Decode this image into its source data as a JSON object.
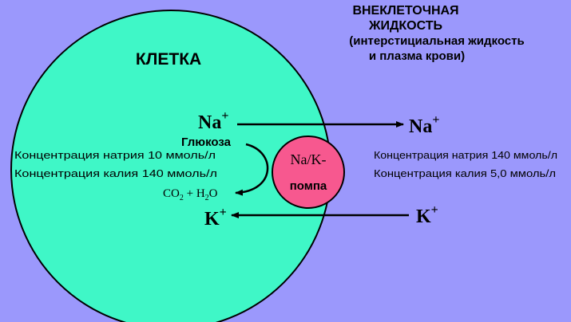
{
  "colors": {
    "background": "#9b98fc",
    "cell": "#3ff7c7",
    "pump": "#f7588f",
    "stroke": "#000000"
  },
  "extracellular": {
    "title_line1": "ВНЕКЛЕТОЧНАЯ",
    "title_line2": "ЖИДКОСТЬ",
    "subtitle_line1": "(интерстициальная жидкость",
    "subtitle_line2": "и плазма крови)"
  },
  "cell": {
    "title": "КЛЕТКА",
    "na_inside": "Na",
    "na_inside_sup": "+",
    "glucose": "Глюкоза",
    "conc_na": "Концентрация натрия 10 ммоль/л",
    "conc_k": "Концентрация калия 140 ммоль/л",
    "co2": "CO",
    "co2_sub": "2",
    "plus": " + ",
    "h2o_h": "H",
    "h2o_sub": "2",
    "h2o_o": "O",
    "k_inside": "K",
    "k_inside_sup": "+"
  },
  "pump": {
    "label_line1": "Na/K-",
    "label_line2": "помпа"
  },
  "outside": {
    "na_outside": "Na",
    "na_outside_sup": "+",
    "conc_na": "Концентрация натрия 140 ммоль/л",
    "conc_k": "Концентрация калия 5,0 ммоль/л",
    "k_outside": "K",
    "k_outside_sup": "+"
  }
}
